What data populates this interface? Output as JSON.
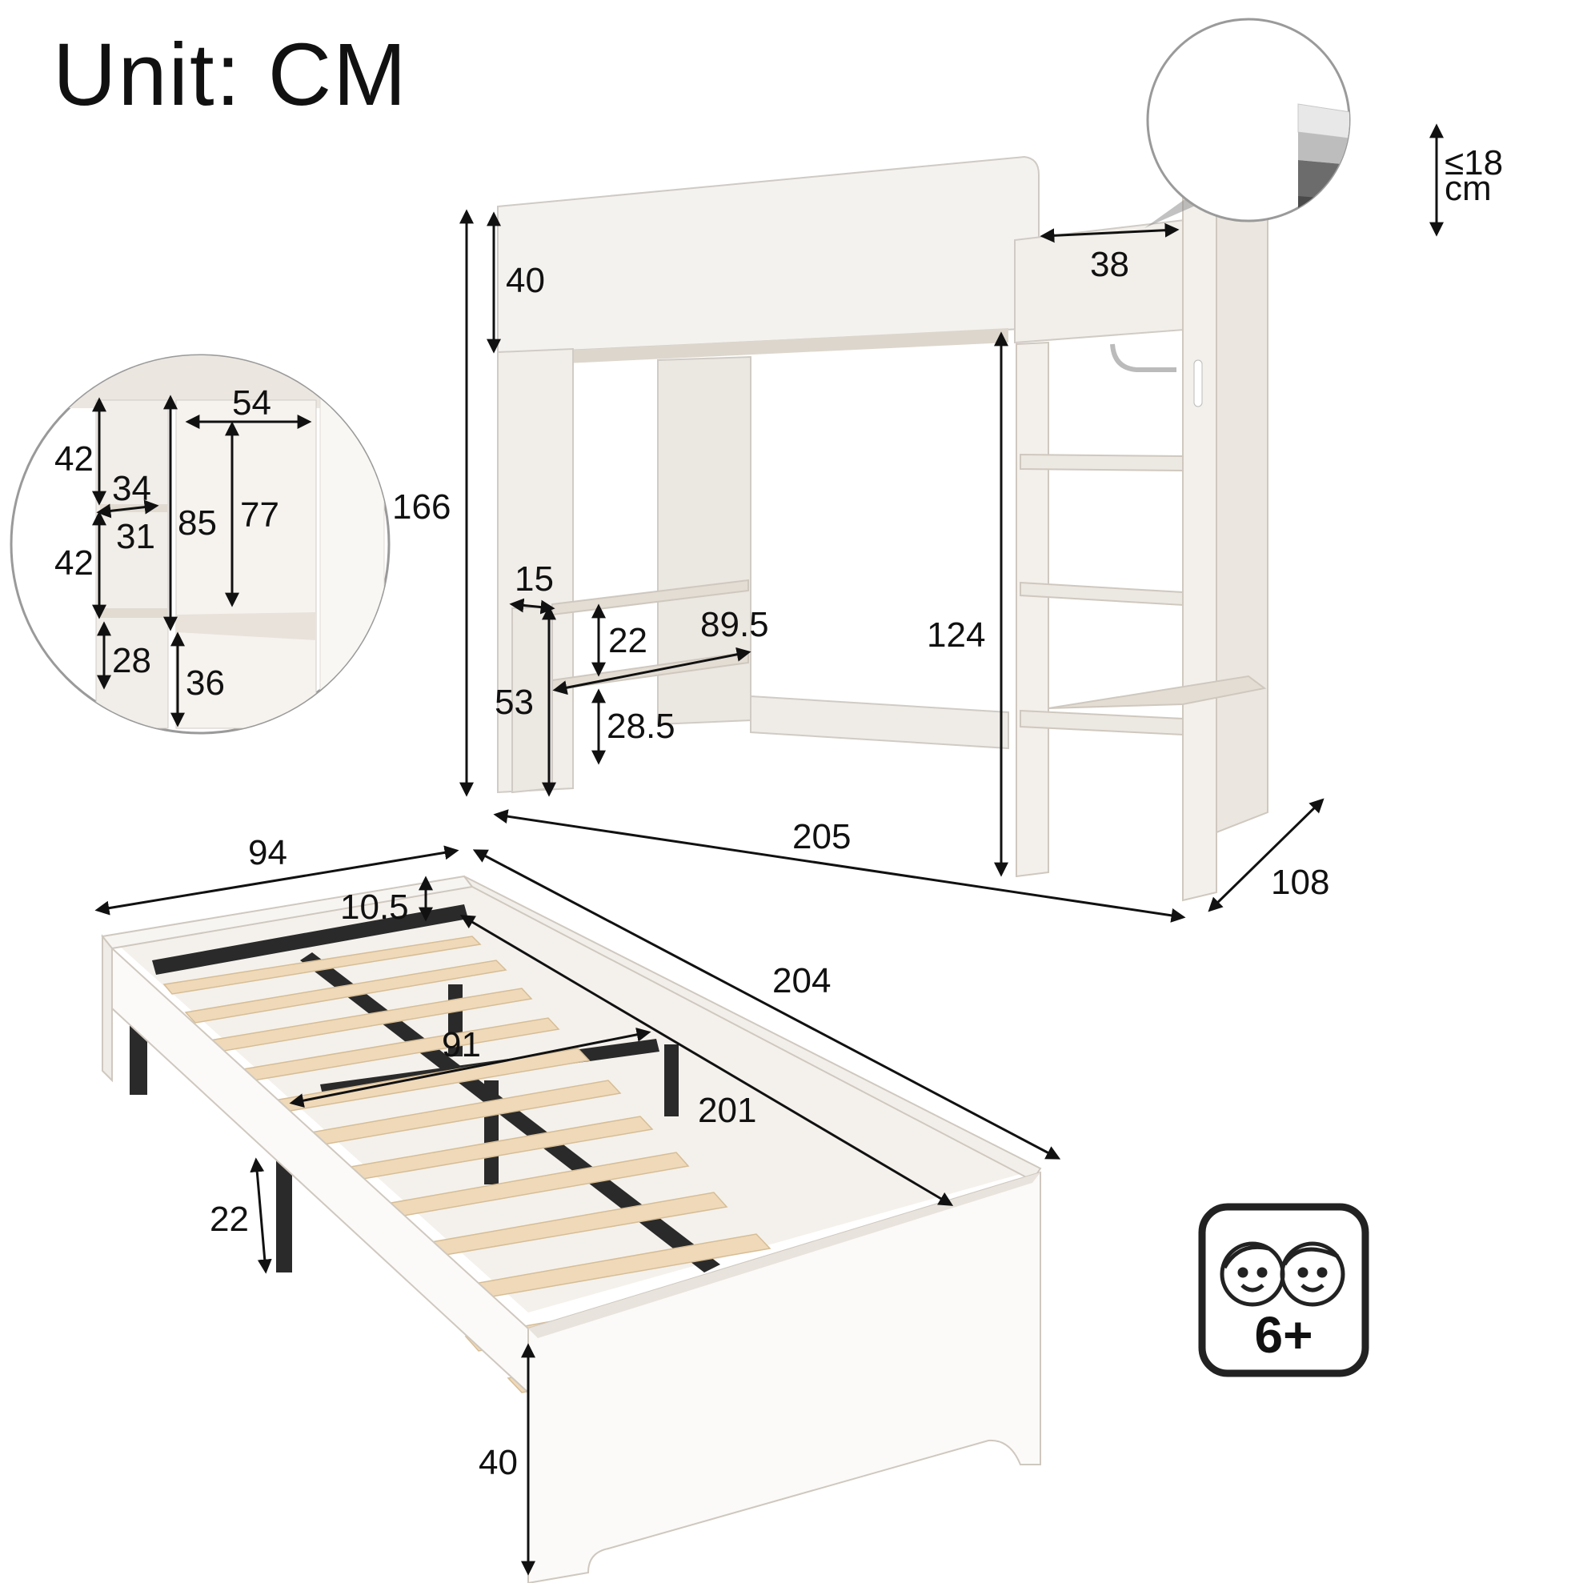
{
  "title": "Unit: CM",
  "mattress_note": {
    "line1": "≤18",
    "line2": "cm"
  },
  "age_badge": {
    "label": "6+",
    "icon": "children-faces-icon"
  },
  "loft_bed": {
    "guardrail_height": "40",
    "ladder_width": "38",
    "total_height": "166",
    "under_clearance": "124",
    "length": "205",
    "width": "108",
    "desk_depth": "15",
    "desk_upper_gap": "22",
    "desk_length": "89.5",
    "desk_height": "53",
    "desk_lower_gap": "28.5"
  },
  "wardrobe_detail": {
    "shelf_width": "54",
    "upper_shelf_height": "42",
    "shelf_depth_outer": "34",
    "shelf_depth_inner": "31",
    "lower_shelf_height": "42",
    "cabinet_height": "85",
    "hanging_height": "77",
    "drawer_height": "28",
    "base_height": "36"
  },
  "trundle_bed": {
    "outer_width": "94",
    "side_height": "10.5",
    "outer_length": "204",
    "inner_width": "91",
    "inner_length": "201",
    "leg_height": "22",
    "total_height": "40"
  },
  "colors": {
    "furniture": "#f4f2ef",
    "slats": "#efd9b8",
    "frame": "#2a2a2a",
    "lines": "#111111"
  }
}
